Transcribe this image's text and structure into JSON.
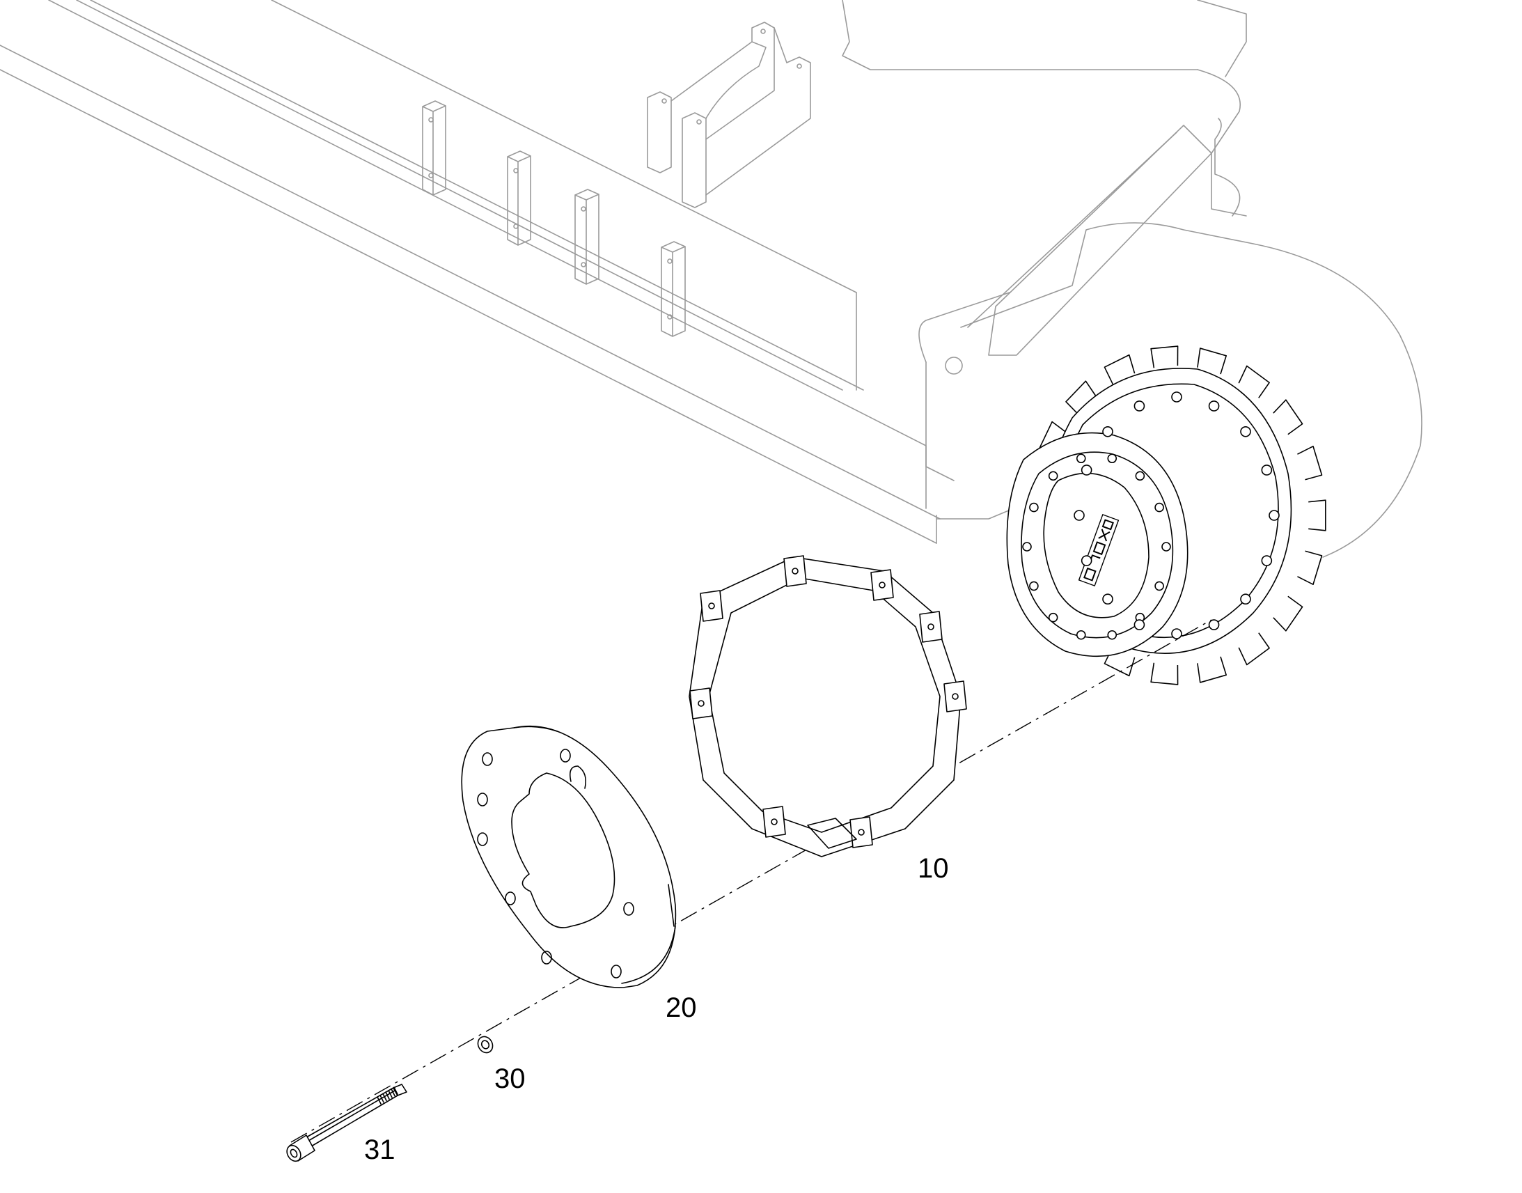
{
  "labels": {
    "part_10": "10",
    "part_20": "20",
    "part_30": "30",
    "part_31": "31"
  },
  "colors": {
    "line": "#000000",
    "background_frame": "#9a9a9a",
    "paper": "#ffffff"
  }
}
